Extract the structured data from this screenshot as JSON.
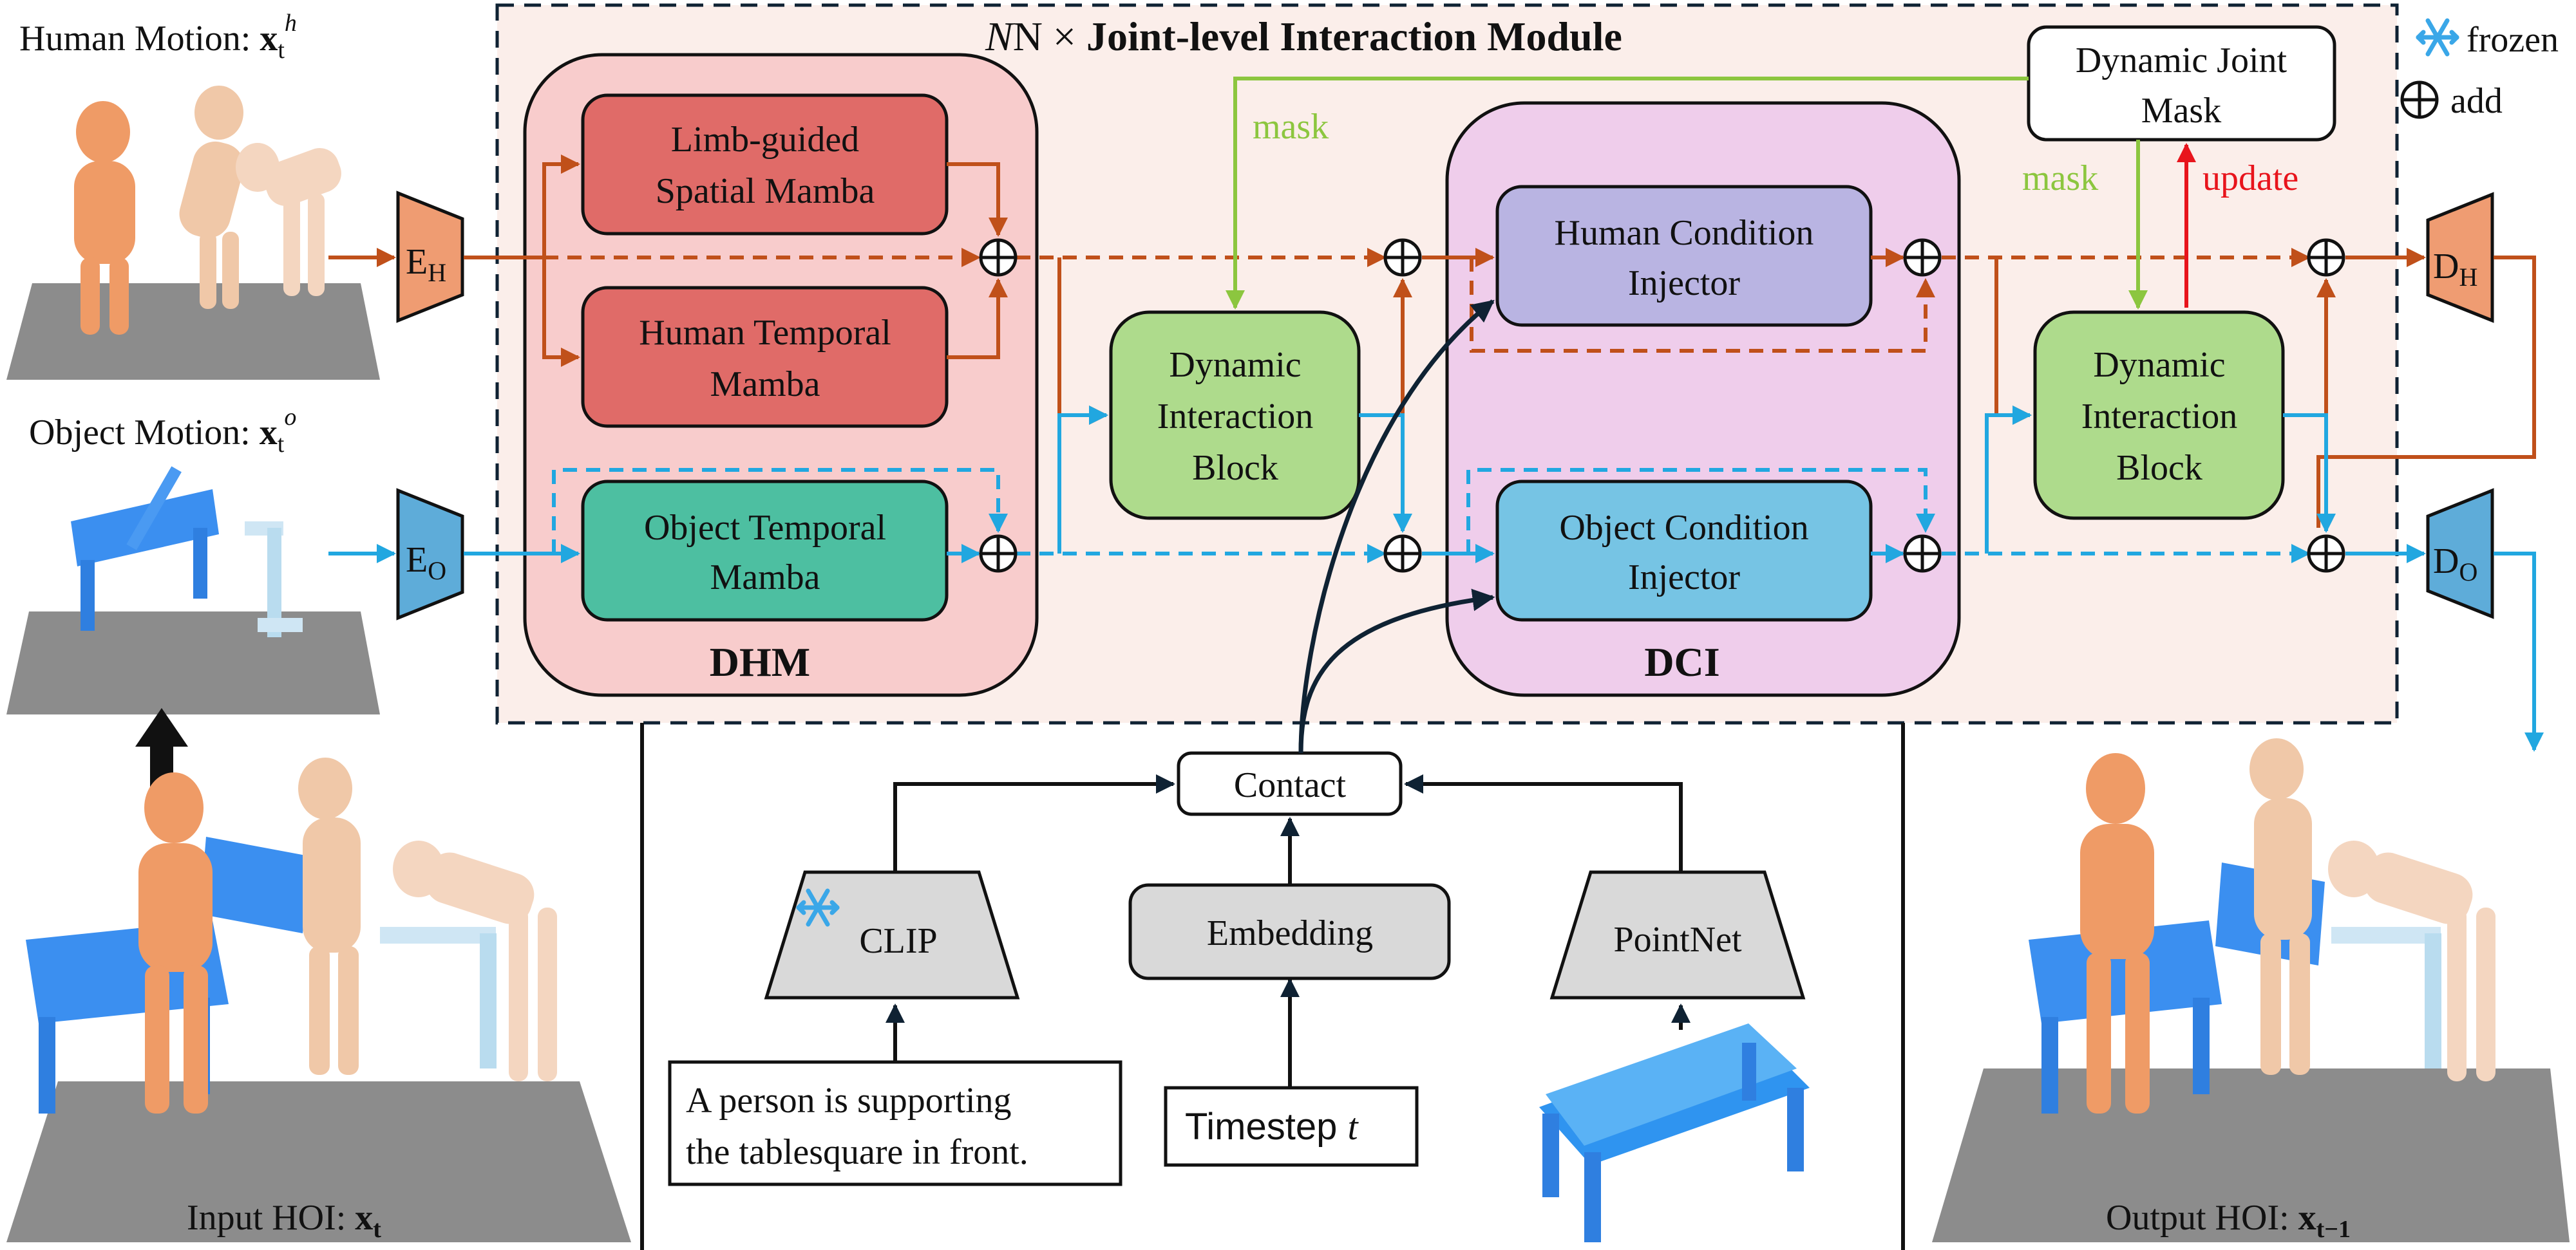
{
  "title": {
    "prefix": "N × ",
    "text": "Joint-level Interaction Module"
  },
  "legend": {
    "frozen": "frozen",
    "add": "add"
  },
  "inputs": {
    "human_motion": {
      "label": "Human Motion: ",
      "var": "x",
      "sub": "t",
      "sup": "h"
    },
    "object_motion": {
      "label": "Object Motion: ",
      "var": "x",
      "sub": "t",
      "sup": "o"
    },
    "input_hoi": {
      "label": "Input HOI: ",
      "var": "x",
      "sub": "t"
    },
    "output_hoi": {
      "label": "Output HOI: ",
      "var": "x",
      "sub": "t−1"
    }
  },
  "encoders": {
    "eh": {
      "main": "E",
      "sub": "H"
    },
    "eo": {
      "main": "E",
      "sub": "O"
    }
  },
  "decoders": {
    "dh": {
      "main": "D",
      "sub": "H"
    },
    "do": {
      "main": "D",
      "sub": "O"
    }
  },
  "dhm": {
    "title": "DHM",
    "limb_mamba": [
      "Limb-guided",
      "Spatial Mamba"
    ],
    "human_temporal": [
      "Human Temporal",
      "Mamba"
    ],
    "object_temporal": [
      "Object Temporal",
      "Mamba"
    ]
  },
  "dib": [
    "Dynamic",
    "Interaction",
    "Block"
  ],
  "dci": {
    "title": "DCI",
    "human_injector": [
      "Human Condition",
      "Injector"
    ],
    "object_injector": [
      "Object Condition",
      "Injector"
    ]
  },
  "dynamic_mask": [
    "Dynamic Joint",
    "Mask"
  ],
  "edge_labels": {
    "mask1": "mask",
    "mask2": "mask",
    "update": "update"
  },
  "conditions": {
    "contact": "Contact",
    "clip": "CLIP",
    "embedding": "Embedding",
    "pointnet": "PointNet",
    "timestep_label": "Timestep ",
    "timestep_var": "t",
    "text_prompt": [
      "A person is supporting",
      "the tablesquare in front."
    ]
  },
  "colors": {
    "human_flow": "#c0501a",
    "object_flow": "#21a7e0",
    "mask": "#8cc63f",
    "update": "#e8141c",
    "dark": "#0f2233",
    "module_bg": "#fbeeea",
    "dhm_bg": "#f8cccc",
    "dci_bg": "#efcdeb",
    "red_block": "#e06b68",
    "teal_block": "#4dbfa1",
    "green_block": "#aedb8c",
    "purple_block": "#b9b4e2",
    "blue_block": "#76c4e4",
    "encoder_h": "#ef9c72",
    "encoder_o": "#5eacd9",
    "grey_block": "#d9d9d9"
  }
}
